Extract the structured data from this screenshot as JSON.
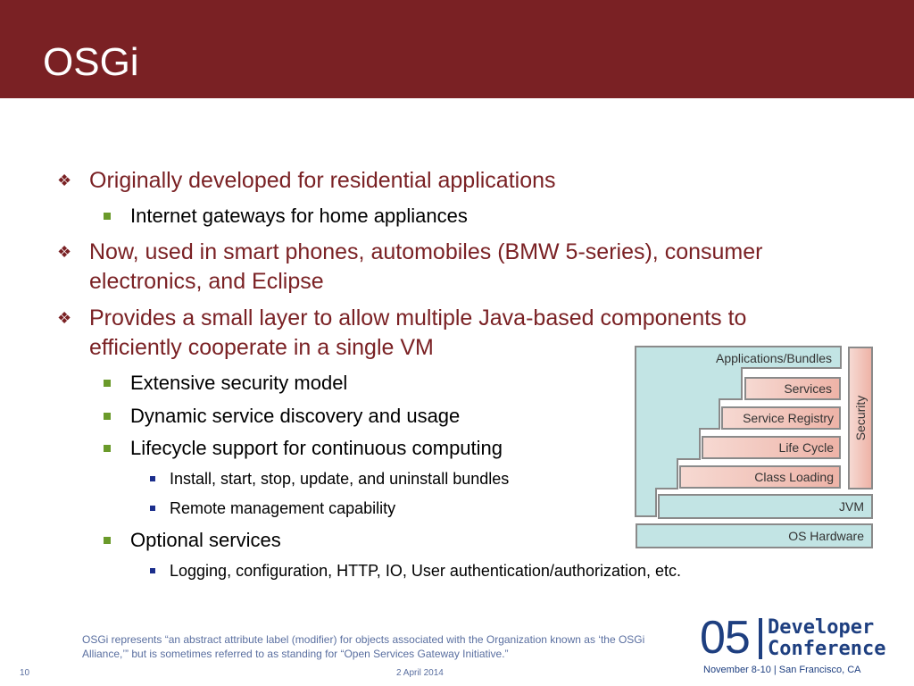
{
  "slide": {
    "title": "OSGi",
    "bullets": [
      {
        "text": "Originally developed for residential applications"
      },
      {
        "text": "Internet gateways for home appliances"
      },
      {
        "text": "Now, used in smart phones, automobiles (BMW 5-series), consumer",
        "text2": "electronics, and Eclipse"
      },
      {
        "text": "Provides a small layer to allow multiple Java-based components to",
        "text2": "efficiently cooperate in a single VM"
      },
      {
        "text": "Extensive security model"
      },
      {
        "text": "Dynamic service discovery and usage"
      },
      {
        "text": "Lifecycle support for continuous computing"
      },
      {
        "text": "Install, start, stop, update, and uninstall bundles"
      },
      {
        "text": "Remote management capability"
      },
      {
        "text": "Optional services"
      },
      {
        "text": "Logging, configuration, HTTP, IO, User authentication/authorization, etc."
      }
    ],
    "diagram": {
      "applications": "Applications/Bundles",
      "services": "Services",
      "registry": "Service Registry",
      "lifecycle": "Life Cycle",
      "classloading": "Class Loading",
      "jvm": "JVM",
      "os": "OS Hardware",
      "security": "Security"
    },
    "footnote": "OSGi represents “an abstract attribute label (modifier) for objects associated with the Organization known as ‘the OSGi Alliance,’” but is sometimes referred to as standing for “Open Services Gateway Initiative.”",
    "slide_number": "10",
    "date": "2 April 2014",
    "logo": {
      "number": "05",
      "word1": "Developer",
      "word2": "Conference",
      "subtitle": "November 8-10 | San Francisco, CA"
    }
  }
}
